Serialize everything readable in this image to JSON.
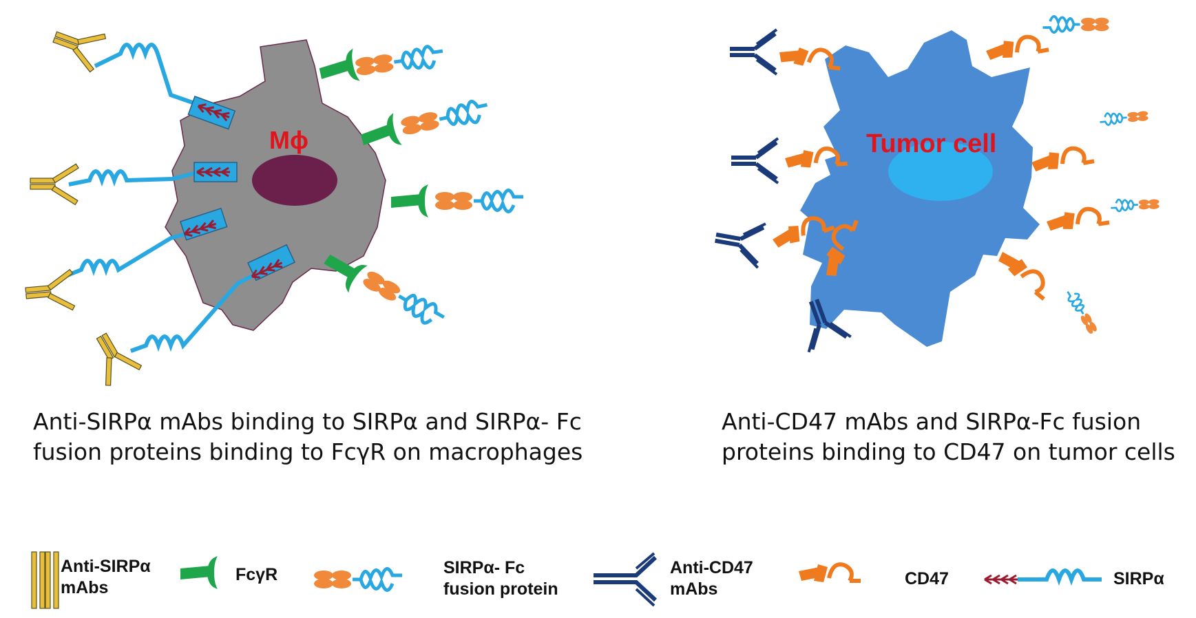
{
  "left_panel": {
    "cell_label": "Mϕ",
    "caption": "Anti-SIRPα mAbs binding to SIRPα and SIRPα- Fc\nfusion proteins binding to FcγR on macrophages"
  },
  "right_panel": {
    "cell_label": "Tumor cell",
    "caption": "Anti-CD47 mAbs and SIRPα-Fc fusion\nproteins binding to CD47 on tumor cells"
  },
  "legend": {
    "items": [
      {
        "label": "Anti-SIRPα\nmAbs",
        "icon": "anti-sirpa-mab-icon"
      },
      {
        "label": "FcγR",
        "icon": "fcgr-icon"
      },
      {
        "label": "SIRPα- Fc\nfusion protein",
        "icon": "sirpa-fc-icon"
      },
      {
        "label": "Anti-CD47\nmAbs",
        "icon": "anti-cd47-mab-icon"
      },
      {
        "label": "CD47",
        "icon": "cd47-icon"
      },
      {
        "label": "SIRPα",
        "icon": "sirpa-icon"
      }
    ]
  },
  "colors": {
    "macrophage": "#8e8e8e",
    "macrophage_outline": "#6a2a4c",
    "macrophage_nucleus": "#6b1f4b",
    "tumor_cell": "#4a8bd4",
    "tumor_nucleus": "#2fb0ef",
    "sirpa": "#29a7e1",
    "sirpa_arrow": "#9b1b30",
    "anti_sirpa_mab": "#e8be3c",
    "fcgr": "#1fa64b",
    "fc_fusion": "#f08a3a",
    "anti_cd47_mab": "#1a3a7a",
    "cd47": "#f07a1e",
    "label_red": "#e0141c"
  }
}
